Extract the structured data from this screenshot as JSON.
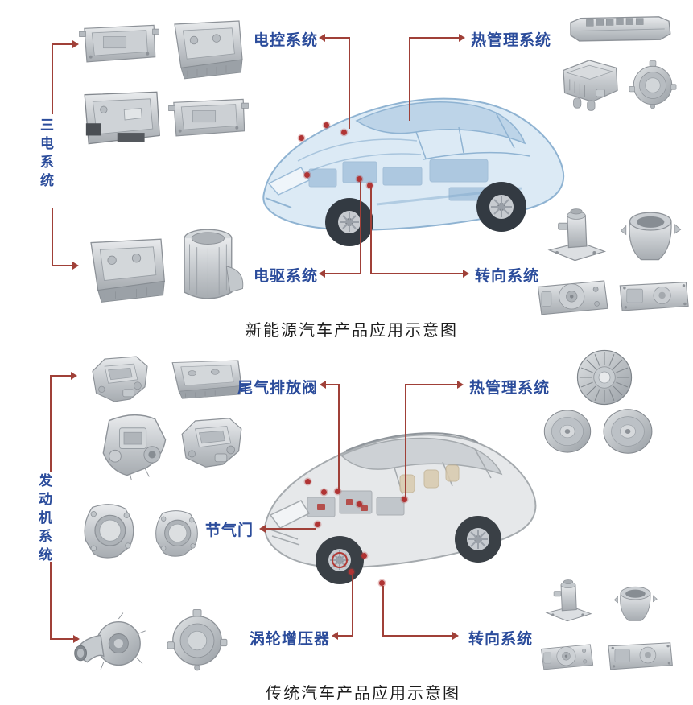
{
  "colors": {
    "label_blue": "#2b4c9b",
    "connector_red": "#a04038",
    "caption_color": "#1c1c1c",
    "background": "#ffffff"
  },
  "top_section": {
    "group_label": "三电系统",
    "labels": {
      "electric_control": "电控系统",
      "thermal_management": "热管理系统",
      "electric_drive": "电驱系统",
      "steering": "转向系统"
    },
    "caption": "新能源汽车产品应用示意图",
    "vehicle_image": "transparent-xray-sedan",
    "part_images": {
      "electric_control_group": [
        "controller-tray-housing",
        "controller-deep-housing",
        "controller-housing-with-connectors",
        "controller-ported-housing"
      ],
      "electric_drive_group": [
        "inverter-box-housing",
        "motor-cylinder-housing"
      ],
      "thermal_group": [
        "long-cover-bar-casting",
        "finned-valve-housing",
        "round-pump-housing"
      ],
      "steering_group": [
        "steering-column-pedestal",
        "steering-cup-housing",
        "steering-gear-housing",
        "steering-mount-plate"
      ]
    }
  },
  "bottom_section": {
    "group_label": "发动机系统",
    "labels": {
      "exhaust_valve": "尾气排放阀",
      "thermal_management": "热管理系统",
      "throttle": "节气门",
      "turbocharger": "涡轮增压器",
      "steering": "转向系统"
    },
    "caption": "传统汽车产品应用示意图",
    "vehicle_image": "transparent-xray-suv",
    "part_images": {
      "engine_group": [
        "cylinder-head-casting",
        "engine-cover-casting",
        "gearbox-casting",
        "manifold-casting"
      ],
      "throttle_group": [
        "throttle-body-left",
        "throttle-body-right"
      ],
      "turbocharger_group": [
        "turbo-volute-housing",
        "turbo-backplate-housing"
      ],
      "thermal_group": [
        "fan-clutch-finned-disc",
        "pulley-disc-left",
        "pulley-disc-right"
      ],
      "steering_group": [
        "steering-column-pedestal",
        "steering-cup-housing",
        "steering-gear-housing",
        "steering-mount-plate"
      ]
    }
  }
}
